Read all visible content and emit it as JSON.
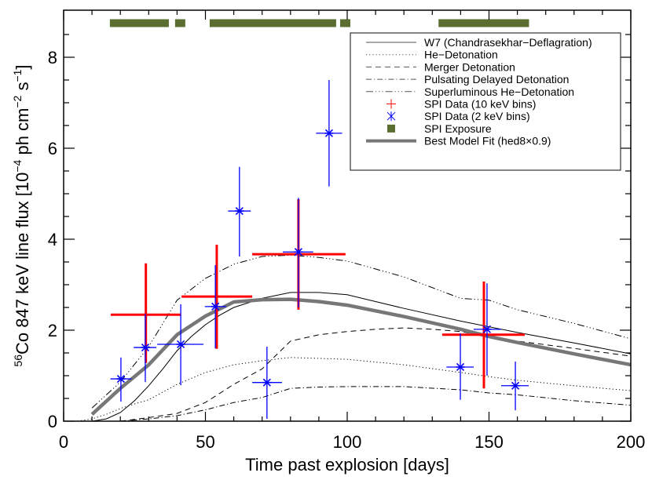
{
  "chart_data": {
    "type": "line",
    "title": "",
    "xlabel": "Time past explosion [days]",
    "ylabel": {
      "prefix_sup": "56",
      "main": "Co 847 keV line flux [10",
      "exp1": "−4",
      "mid": " ph cm",
      "exp2": "−2",
      "mid2": " s",
      "exp3": "−1",
      "end": "]"
    },
    "xlim": [
      0,
      200
    ],
    "ylim": [
      0,
      8.9
    ],
    "xticks": [
      0,
      50,
      100,
      150,
      200
    ],
    "yticks": [
      0,
      2,
      4,
      6,
      8
    ],
    "x_minor_step": 10,
    "y_minor_step": 0.5,
    "grid": false,
    "legend_position": "upper right",
    "colors": {
      "exposure": "#5a6e32",
      "spi10": "#ff0000",
      "spi2": "#0000ff",
      "best_fit": "#777777",
      "model": "#000000"
    },
    "legend": [
      {
        "label": "W7 (Chandrasekhar−Deflagration)",
        "style": "solid"
      },
      {
        "label": "He−Detonation",
        "style": "dotted"
      },
      {
        "label": "Merger Detonation",
        "style": "dashed"
      },
      {
        "label": "Pulsating Delayed Detonation",
        "style": "dashdot"
      },
      {
        "label": "Superluminous He−Detonation",
        "style": "dashdotdotdot"
      },
      {
        "label": "SPI Data (10 keV bins)",
        "style": "red-plus"
      },
      {
        "label": "SPI Data (2 keV bins)",
        "style": "blue-asterisk"
      },
      {
        "label": "SPI Exposure",
        "style": "green-square"
      },
      {
        "label": "Best Model Fit (hed8×0.9)",
        "style": "thick-gray"
      }
    ],
    "series": [
      {
        "name": "W7 (Chandrasekhar−Deflagration)",
        "style": "solid",
        "x": [
          8,
          10,
          15,
          20,
          25,
          30,
          35,
          40,
          45,
          50,
          55,
          60,
          70,
          80,
          90,
          100,
          120,
          140,
          160,
          180,
          200
        ],
        "y": [
          0,
          0.0,
          0.05,
          0.19,
          0.45,
          0.78,
          1.15,
          1.55,
          1.86,
          2.12,
          2.33,
          2.5,
          2.7,
          2.83,
          2.83,
          2.78,
          2.48,
          2.2,
          1.95,
          1.72,
          1.48
        ]
      },
      {
        "name": "He−Detonation",
        "style": "dotted",
        "x": [
          5,
          10,
          15,
          20,
          25,
          30,
          40,
          50,
          60,
          70,
          80,
          100,
          120,
          140,
          150,
          160,
          180,
          200
        ],
        "y": [
          0,
          0.05,
          0.15,
          0.28,
          0.38,
          0.47,
          0.81,
          1.07,
          1.24,
          1.33,
          1.4,
          1.36,
          1.24,
          1.07,
          0.98,
          0.9,
          0.78,
          0.67
        ]
      },
      {
        "name": "Merger Detonation",
        "style": "dashed",
        "x": [
          20,
          30,
          40,
          50,
          60,
          70,
          80,
          90,
          100,
          110,
          120,
          130,
          140,
          150,
          160,
          180,
          200
        ],
        "y": [
          0,
          0.08,
          0.17,
          0.41,
          0.81,
          1.15,
          1.76,
          1.9,
          1.97,
          2.02,
          2.05,
          2.02,
          1.97,
          1.86,
          1.76,
          1.6,
          1.43
        ]
      },
      {
        "name": "Pulsating Delayed Detonation",
        "style": "dashdot",
        "x": [
          20,
          30,
          40,
          50,
          60,
          70,
          80,
          90,
          100,
          120,
          140,
          150,
          160,
          180,
          200
        ],
        "y": [
          0,
          0.05,
          0.12,
          0.25,
          0.41,
          0.52,
          0.72,
          0.75,
          0.76,
          0.76,
          0.69,
          0.62,
          0.58,
          0.45,
          0.35
        ]
      },
      {
        "name": "Superluminous He−Detonation",
        "style": "dashdotdotdot",
        "x": [
          10,
          20,
          30,
          40,
          50,
          60,
          70,
          80,
          90,
          100,
          120,
          140,
          150,
          160,
          180,
          200
        ],
        "y": [
          0.29,
          0.86,
          1.64,
          2.66,
          3.14,
          3.45,
          3.62,
          3.65,
          3.6,
          3.52,
          3.17,
          2.7,
          2.66,
          2.45,
          2.15,
          1.81
        ]
      },
      {
        "name": "Best Model Fit (hed8×0.9)",
        "style": "thick-gray",
        "x": [
          10,
          20,
          30,
          40,
          50,
          60,
          70,
          80,
          90,
          100,
          120,
          140,
          150,
          160,
          180,
          200
        ],
        "y": [
          0.15,
          0.72,
          1.24,
          1.9,
          2.31,
          2.62,
          2.67,
          2.68,
          2.63,
          2.55,
          2.3,
          2.02,
          1.86,
          1.73,
          1.48,
          1.24
        ]
      }
    ],
    "spi_10kev": [
      {
        "x": 29,
        "xlo": 16.6,
        "xhi": 41.3,
        "y": 2.34,
        "ylo": 1.28,
        "yhi": 3.47
      },
      {
        "x": 54,
        "xlo": 41.6,
        "xhi": 66.5,
        "y": 2.74,
        "ylo": 1.59,
        "yhi": 3.88
      },
      {
        "x": 82.8,
        "xlo": 66.5,
        "xhi": 99.4,
        "y": 3.67,
        "ylo": 2.45,
        "yhi": 4.88
      },
      {
        "x": 148.2,
        "xlo": 133.5,
        "xhi": 162.6,
        "y": 1.9,
        "ylo": 0.72,
        "yhi": 3.07
      }
    ],
    "spi_2kev": [
      {
        "x": 20.2,
        "xlo": 16.5,
        "xhi": 23.9,
        "y": 0.93,
        "ylo": 0.43,
        "yhi": 1.4
      },
      {
        "x": 28.8,
        "xlo": 24.7,
        "xhi": 32.7,
        "y": 1.62,
        "ylo": 0.86,
        "yhi": 2.36
      },
      {
        "x": 41.3,
        "xlo": 33.0,
        "xhi": 49.3,
        "y": 1.69,
        "ylo": 0.79,
        "yhi": 2.57
      },
      {
        "x": 53.5,
        "xlo": 49.8,
        "xhi": 57.3,
        "y": 2.52,
        "ylo": 1.6,
        "yhi": 3.43
      },
      {
        "x": 62.0,
        "xlo": 58.0,
        "xhi": 66.0,
        "y": 4.62,
        "ylo": 3.62,
        "yhi": 5.59
      },
      {
        "x": 71.7,
        "xlo": 66.5,
        "xhi": 77.0,
        "y": 0.85,
        "ylo": 0.05,
        "yhi": 1.64
      },
      {
        "x": 82.8,
        "xlo": 77.3,
        "xhi": 88.0,
        "y": 3.72,
        "ylo": 2.5,
        "yhi": 4.91
      },
      {
        "x": 93.6,
        "xlo": 89.0,
        "xhi": 98.2,
        "y": 6.33,
        "ylo": 5.16,
        "yhi": 7.5
      },
      {
        "x": 139.9,
        "xlo": 135.0,
        "xhi": 144.6,
        "y": 1.19,
        "ylo": 0.47,
        "yhi": 1.93
      },
      {
        "x": 149.3,
        "xlo": 144.6,
        "xhi": 154.3,
        "y": 2.02,
        "ylo": 1.0,
        "yhi": 3.03
      },
      {
        "x": 159.3,
        "xlo": 154.3,
        "xhi": 164.0,
        "y": 0.78,
        "ylo": 0.24,
        "yhi": 1.31
      }
    ],
    "spi_exposure": [
      {
        "start": 16.3,
        "end": 37.1
      },
      {
        "start": 39.3,
        "end": 42.9
      },
      {
        "start": 51.5,
        "end": 96.1
      },
      {
        "start": 97.5,
        "end": 101.1
      },
      {
        "start": 132.2,
        "end": 164.1
      }
    ],
    "exposure_y": 8.75
  }
}
